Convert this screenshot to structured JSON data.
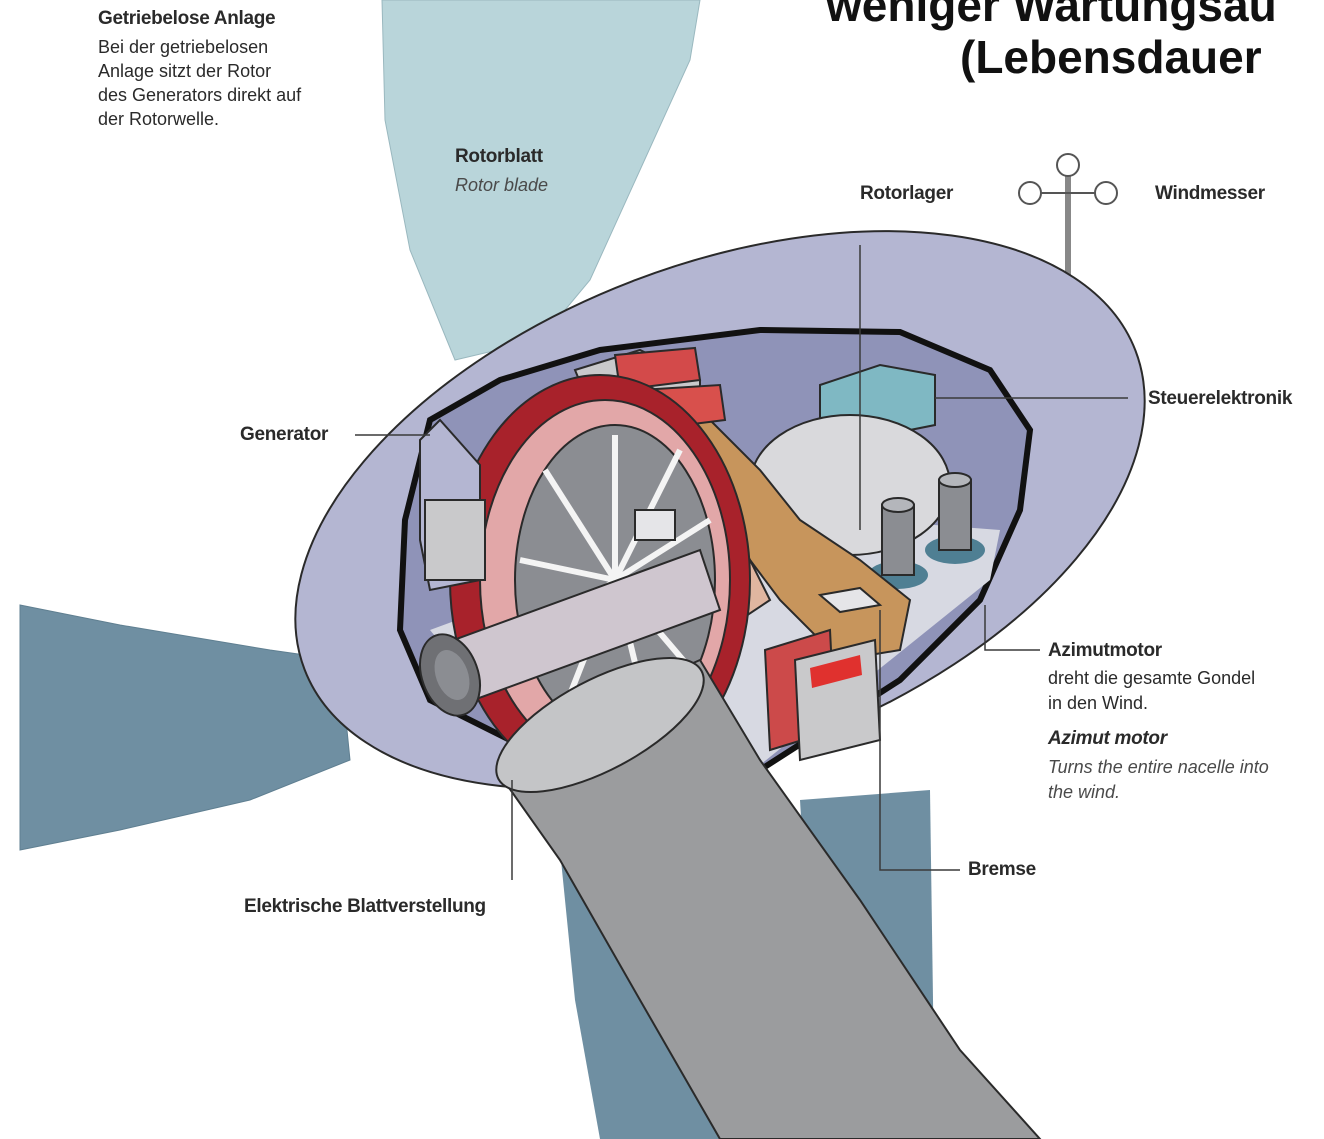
{
  "title": {
    "line1": "weniger Wartungsau",
    "line2": "(Lebensdauer"
  },
  "callouts": {
    "getriebelose": {
      "heading": "Getriebelose Anlage",
      "lines": [
        "Bei der getriebelosen",
        "Anlage sitzt der Rotor",
        "des Generators direkt auf",
        "der Rotorwelle."
      ]
    },
    "rotorblatt": {
      "label_de": "Rotorblatt",
      "label_en": "Rotor blade"
    },
    "rotorlager": {
      "label_de": "Rotorlager"
    },
    "windmesser": {
      "label_de": "Windmesser"
    },
    "steuerelektronik": {
      "label_de": "Steuerelektronik"
    },
    "generator": {
      "label_de": "Generator"
    },
    "azimutmotor": {
      "label_de": "Azimutmotor",
      "desc_de_1": "dreht die gesamte Gondel",
      "desc_de_2": "in den Wind.",
      "label_en": "Azimut motor",
      "desc_en_1": "Turns the entire nacelle into",
      "desc_en_2": "the wind."
    },
    "bremse": {
      "label_de": "Bremse"
    },
    "blattverstellung": {
      "label_de": "Elektrische Blattverstellung"
    }
  },
  "colors": {
    "blade": "#b9d5da",
    "blade_dark": "#6f8fa2",
    "nacelle": "#b4b6d2",
    "generator_red": "#a8222b",
    "generator_pink": "#e2a7a8",
    "tower": "#9b9c9e",
    "component_tan": "#c7955c",
    "electronics": "#7fb8c3"
  }
}
